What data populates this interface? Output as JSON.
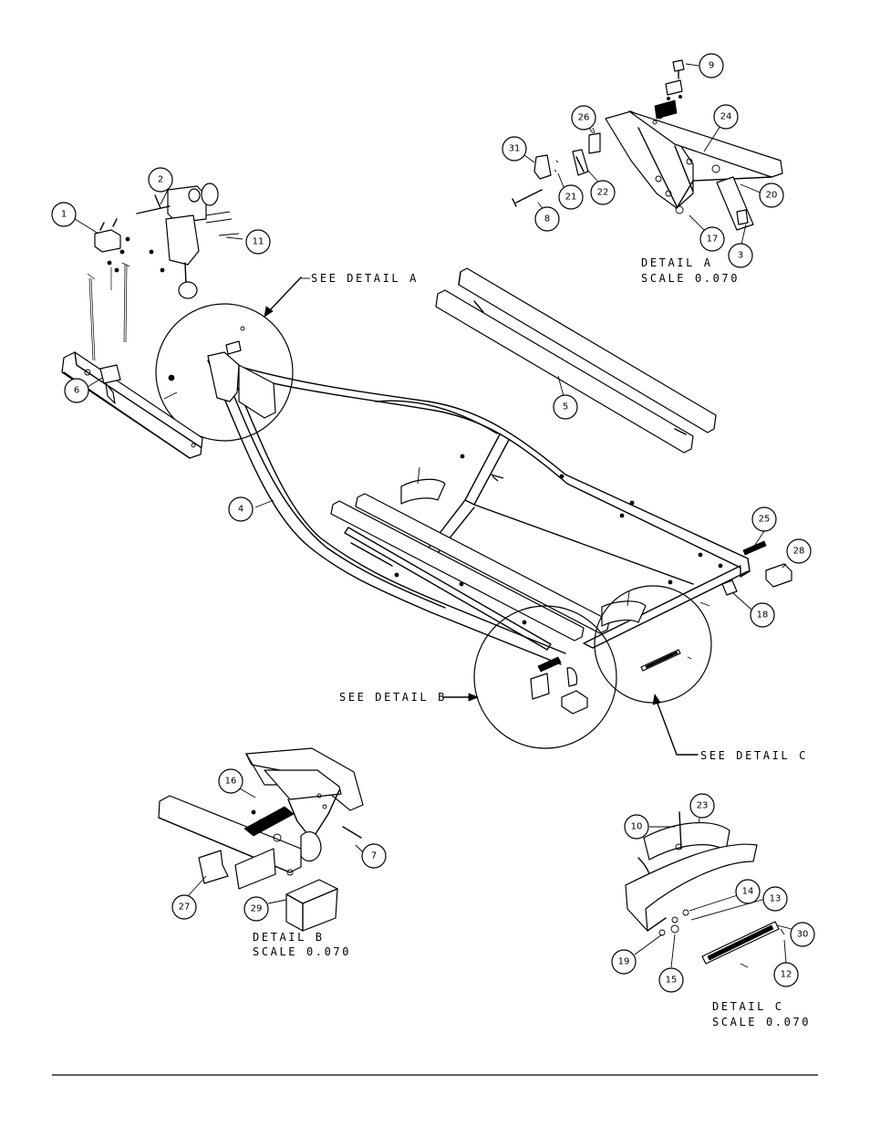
{
  "callouts": [
    "1",
    "2",
    "3",
    "4",
    "5",
    "6",
    "7",
    "8",
    "9",
    "10",
    "11",
    "12",
    "13",
    "14",
    "15",
    "16",
    "17",
    "18",
    "19",
    "20",
    "21",
    "22",
    "23",
    "24",
    "25",
    "26",
    "27",
    "28",
    "29",
    "30",
    "31"
  ],
  "detail_a": {
    "see": "SEE DETAIL  A",
    "title": "DETAIL  A",
    "scale": "SCALE  0.070"
  },
  "detail_b": {
    "see": "SEE DETAIL  B",
    "title": "DETAIL  B",
    "scale": "SCALE  0.070"
  },
  "detail_c": {
    "see": "SEE DETAIL  C",
    "title": "DETAIL  C",
    "scale": "SCALE  0.070"
  },
  "colors": {
    "line": "#000000",
    "background": "#ffffff"
  }
}
